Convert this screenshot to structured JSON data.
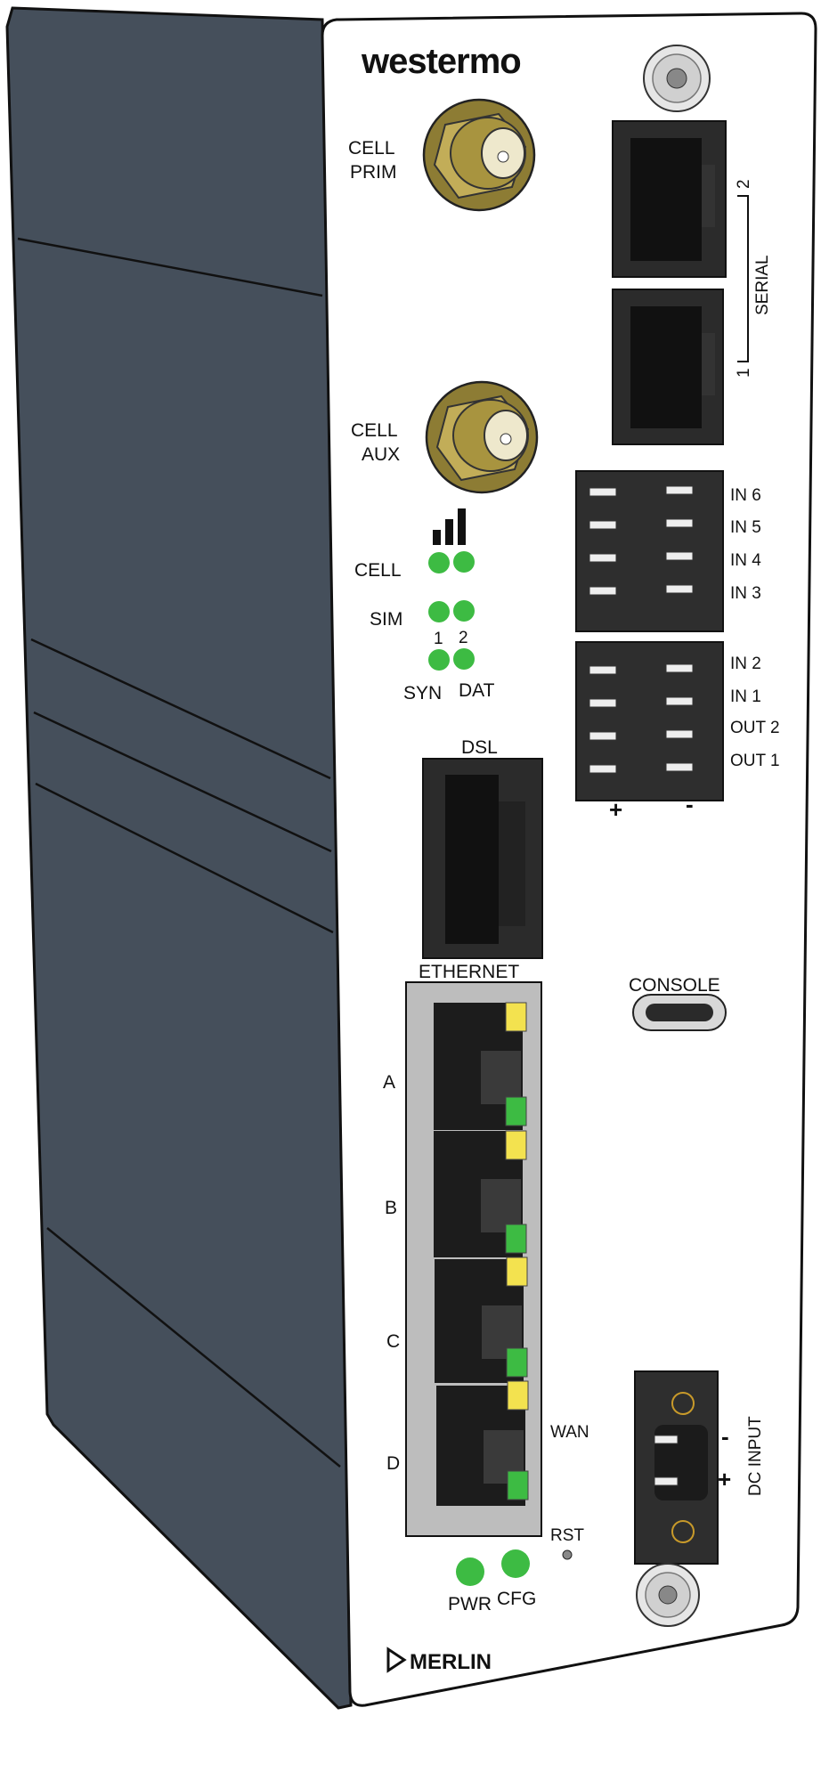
{
  "device": {
    "brand": "westermo",
    "model": "MERLIN",
    "colors": {
      "side": "#454f5b",
      "led_green": "#3dbb43",
      "led_yellow": "#f3e24f",
      "sma_gold": "#b8a24a"
    }
  },
  "antennas": [
    {
      "line1": "CELL",
      "line2": "PRIM"
    },
    {
      "line1": "CELL",
      "line2": "AUX"
    }
  ],
  "serial": {
    "label": "SERIAL",
    "port_top": "2",
    "port_bottom": "1"
  },
  "status_leds": {
    "cell": "CELL",
    "sim": "SIM",
    "sim_1": "1",
    "sim_2": "2",
    "syn": "SYN",
    "dat": "DAT"
  },
  "io_terminals": {
    "block1": [
      "IN 6",
      "IN 5",
      "IN 4",
      "IN 3"
    ],
    "block2": [
      "IN 2",
      "IN 1",
      "OUT 2",
      "OUT 1"
    ],
    "plus": "+",
    "minus": "-"
  },
  "dsl": {
    "label": "DSL"
  },
  "ethernet": {
    "label": "ETHERNET",
    "ports": [
      "A",
      "B",
      "C",
      "D"
    ],
    "wan": "WAN"
  },
  "console": {
    "label": "CONSOLE"
  },
  "dc_input": {
    "label": "DC INPUT",
    "minus": "-",
    "plus": "+"
  },
  "reset": {
    "label": "RST"
  },
  "bottom_leds": {
    "pwr": "PWR",
    "cfg": "CFG"
  }
}
